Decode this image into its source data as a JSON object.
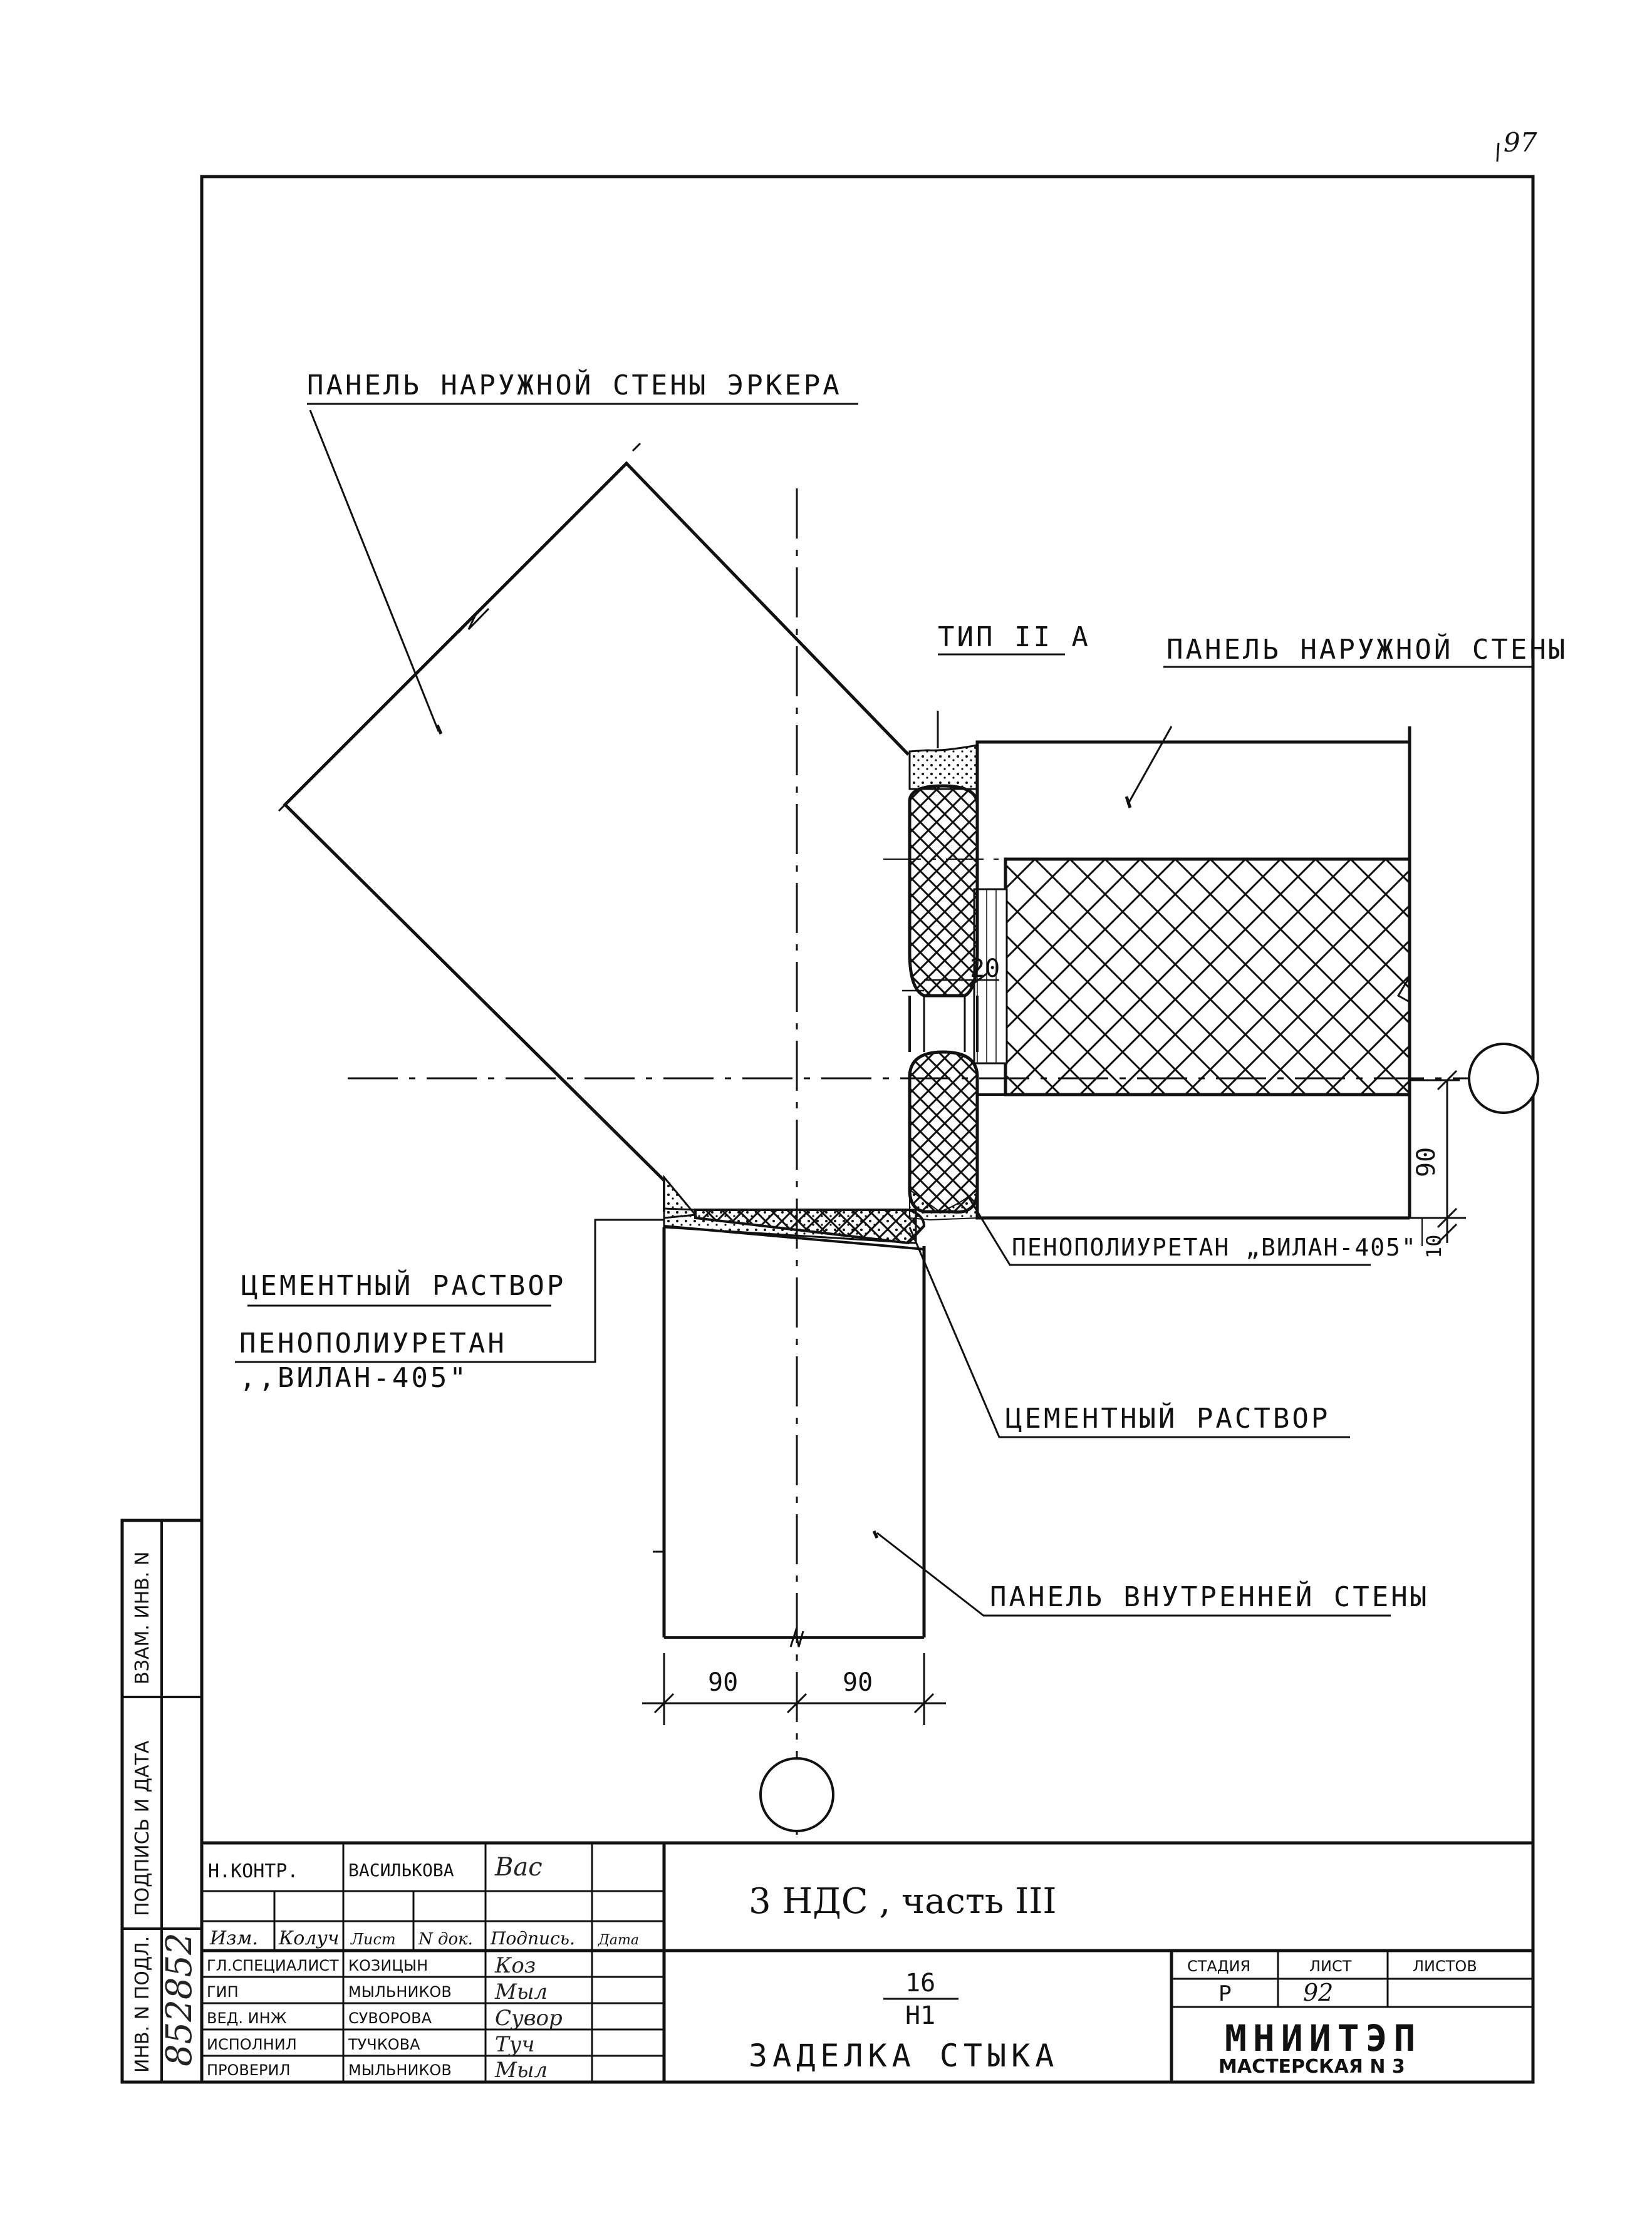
{
  "sheet_corner_number": "97",
  "labels": {
    "oriel_panel": "ПАНЕЛЬ НАРУЖНОЙ СТЕНЫ ЭРКЕРА",
    "type": "ТИП II А",
    "outer_panel": "ПАНЕЛЬ НАРУЖНОЙ СТЕНЫ",
    "cement_left": "ЦЕМЕНТНЫЙ РАСТВОР",
    "foam_left_1": "ПЕНОПОЛИУРЕТАН",
    "foam_left_2": ",,ВИЛАН-405\"",
    "foam_right": "ПЕНОПОЛИУРЕТАН „ВИЛАН-405\"",
    "cement_right": "ЦЕМЕНТНЫЙ РАСТВОР",
    "inner_panel": "ПАНЕЛЬ ВНУТРЕННЕЙ СТЕНЫ"
  },
  "dims": {
    "gap": "20",
    "right_90": "90",
    "right_10": "10",
    "bottom_left_90": "90",
    "bottom_right_90": "90"
  },
  "side_stamp": {
    "vzam": "ВЗАМ. ИНВ. N",
    "podpis": "ПОДПИСЬ И ДАТА",
    "inv": "ИНВ. N ПОДЛ.",
    "inv_value": "852852"
  },
  "title_block": {
    "nkontr_role": "Н.КОНТР.",
    "nkontr_name": "ВАСИЛЬКОВА",
    "nkontr_sig": "Вас",
    "hdr_izm": "Изм.",
    "hdr_koluch": "Колуч",
    "hdr_list": "Лист",
    "hdr_ndok": "N док.",
    "hdr_podpis": "Подпись.",
    "hdr_data": "Дата",
    "rows": [
      {
        "role": "ГЛ.СПЕЦИАЛИСТ",
        "name": "КОЗИЦЫН",
        "sig": "Коз"
      },
      {
        "role": "ГИП",
        "name": "МЫЛЬНИКОВ",
        "sig": "Мыл"
      },
      {
        "role": "ВЕД. ИНЖ",
        "name": "СУВОРОВА",
        "sig": "Сувор"
      },
      {
        "role": "ИСПОЛНИЛ",
        "name": "ТУЧКОВА",
        "sig": "Туч"
      },
      {
        "role": "ПРОВЕРИЛ",
        "name": "МЫЛЬНИКОВ",
        "sig": "Мыл"
      }
    ],
    "project": "3 НДС , часть III",
    "frac_top": "16",
    "frac_bottom": "Н1",
    "drawing_title": "ЗАДЕЛКА СТЫКА",
    "stage_hdr": "СТАДИЯ",
    "sheet_hdr": "ЛИСТ",
    "sheets_hdr": "ЛИСТОВ",
    "stage_val": "Р",
    "sheet_val": "92",
    "sheets_val": "",
    "org_name": "МНИИТЭП",
    "org_sub": "МАСТЕРСКАЯ N 3"
  }
}
